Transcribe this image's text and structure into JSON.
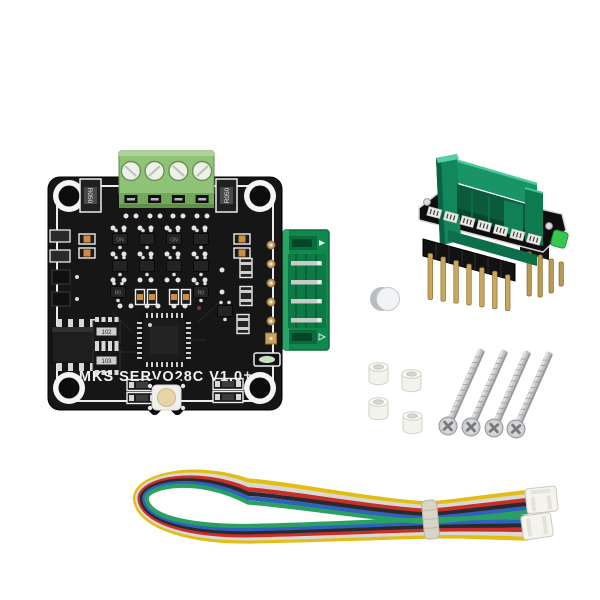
{
  "image": {
    "description": "Product photo: MKS SERVO28C V1.0 closed-loop stepper servo driver board kit on white background",
    "background_color": "#ffffff"
  },
  "board": {
    "silkscreen_label": "MKS SERVO28C V1.0",
    "component_labels": {
      "sense_resistor_left": "R050",
      "sense_resistor_right": "R050",
      "resistor_network_top": "102",
      "resistor_network_bottom": "103",
      "transistor_marking": "R0",
      "transistor_marking_alt": "ON"
    },
    "colors": {
      "pcb": "#161616",
      "silkscreen": "#f0f0f0",
      "terminal_block": "#8fc478",
      "terminal_block_shade": "#74a85a",
      "side_connector": "#0f8a4c",
      "resistor_fill": "#cf8b43",
      "button_cap": "#e7d5a9"
    }
  },
  "adapter_module": {
    "colors": {
      "socket": "#189468",
      "socket_recess": "#0a5a3b",
      "pcb": "#0e0e0e",
      "pin": "#c9a75e",
      "led": "#38c551"
    }
  },
  "hardware": {
    "magnet_count": 1,
    "spacer_count": 4,
    "screw_count": 4,
    "magnet_color": "#f1f3f4",
    "spacer_color": "#f3f3ee",
    "screw_color": "#bfc1c3"
  },
  "cable": {
    "wire_colors": [
      "#e2bd16",
      "#d8d8d4",
      "#c62f2a",
      "#2a2a2e",
      "#2f62bd",
      "#2aa062"
    ],
    "tie_color": "#d8d5c6",
    "connector_color": "#f4f3ee",
    "connector_count": 2
  }
}
